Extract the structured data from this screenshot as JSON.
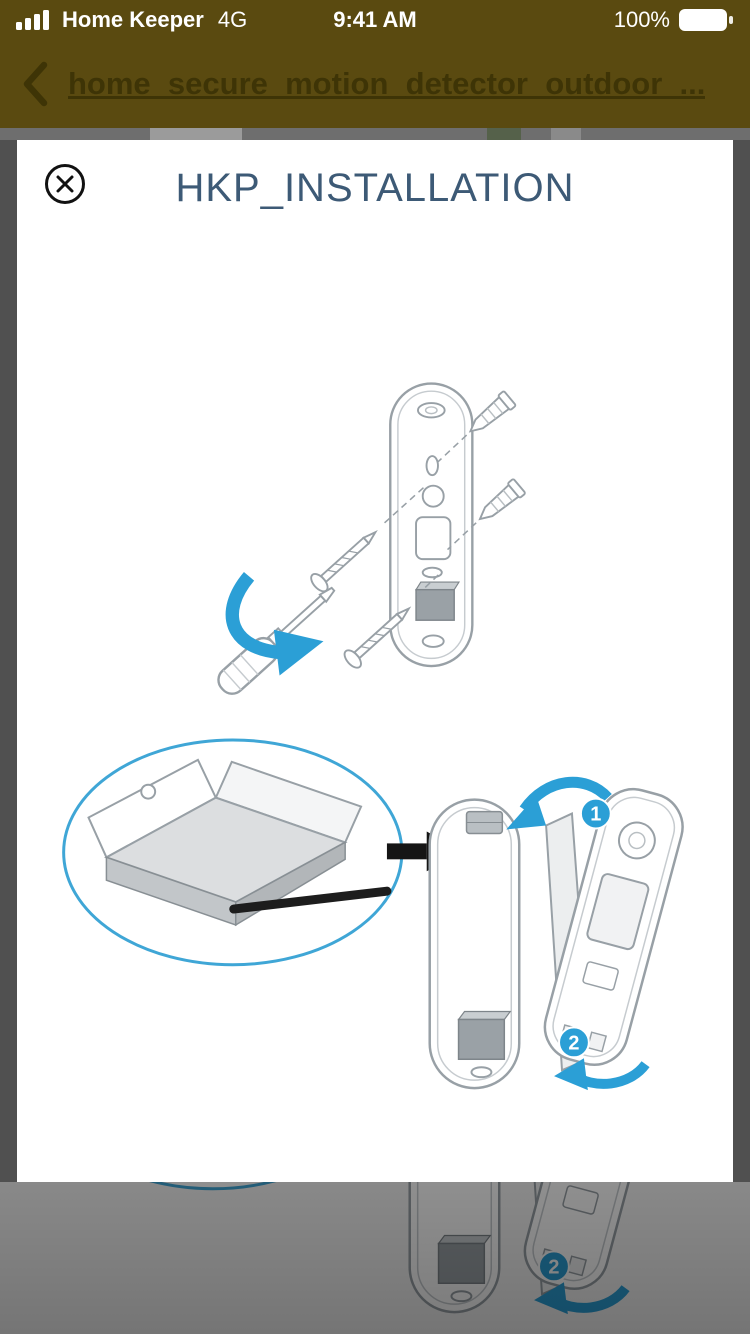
{
  "status_bar": {
    "carrier": "Home Keeper",
    "network": "4G",
    "time": "9:41 AM",
    "battery_percent": "100%"
  },
  "nav": {
    "title": "home_secure_motion_detector_outdoor_..."
  },
  "viewer": {
    "title": "HKP_INSTALLATION"
  },
  "diagram": {
    "step_1": "1",
    "step_2": "2"
  },
  "icons": {
    "signal": "signal-bars",
    "battery": "battery-full",
    "back": "chevron-left",
    "close": "circle-x"
  },
  "colors": {
    "chrome_bg": "#5a4a10",
    "nav_title_text": "#3e3406",
    "modal_title_text": "#3d5a76",
    "accent_blue": "#2b9fd6",
    "diagram_line_gray": "#98a0a6",
    "dim_overlay": "rgba(0,0,0,0.45)"
  }
}
